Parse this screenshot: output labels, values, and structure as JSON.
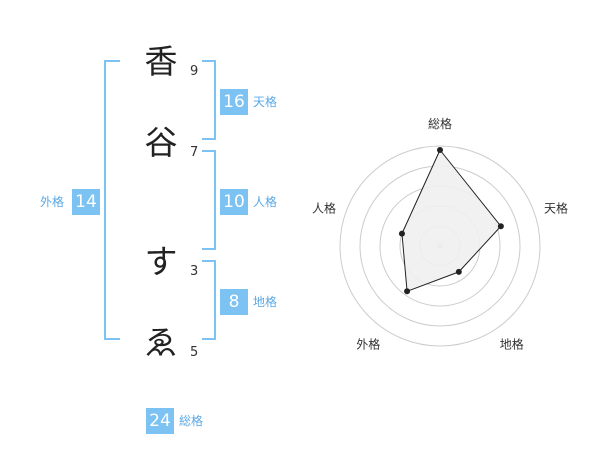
{
  "name": {
    "chars": [
      {
        "char": "香",
        "strokes": "9"
      },
      {
        "char": "谷",
        "strokes": "7"
      },
      {
        "char": "す",
        "strokes": "3"
      },
      {
        "char": "ゑ",
        "strokes": "5"
      }
    ]
  },
  "fortune": {
    "tenkaku": {
      "value": "16",
      "label": "天格"
    },
    "jinkaku": {
      "value": "10",
      "label": "人格"
    },
    "chikaku": {
      "value": "8",
      "label": "地格"
    },
    "gaikaku": {
      "value": "14",
      "label": "外格"
    },
    "soukaku": {
      "value": "24",
      "label": "総格"
    }
  },
  "chart_data": {
    "type": "radar",
    "axes": [
      "総格",
      "天格",
      "地格",
      "外格",
      "人格"
    ],
    "values": [
      24,
      16,
      8,
      14,
      10
    ],
    "scale_rings": 5,
    "colors": {
      "fill": "#f0f0f0",
      "line": "#222222",
      "grid": "#cccccc",
      "accent": "#7cc2f3"
    }
  }
}
